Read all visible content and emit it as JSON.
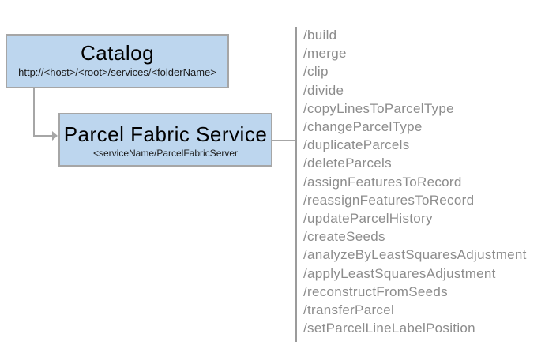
{
  "colors": {
    "box_fill": "#BDD6EE",
    "box_border": "#A6A6A6",
    "connector": "#A6A6A6",
    "separator": "#9B9B9B",
    "title_text": "#000000",
    "subtitle_text": "#1A1A1A",
    "list_text": "#8C8C8C"
  },
  "catalog_box": {
    "title": "Catalog",
    "subtitle": "http://<host>/<root>/services/<folderName>"
  },
  "service_box": {
    "title": "Parcel Fabric Service",
    "subtitle": "<serviceName/ParcelFabricServer"
  },
  "endpoints": {
    "items": [
      "/build",
      "/merge",
      "/clip",
      "/divide",
      "/copyLinesToParcelType",
      "/changeParcelType",
      "/duplicateParcels",
      "/deleteParcels",
      "/assignFeaturesToRecord",
      "/reassignFeaturesToRecord",
      "/updateParcelHistory",
      "/createSeeds",
      "/analyzeByLeastSquaresAdjustment",
      "/applyLeastSquaresAdjustment",
      "/reconstructFromSeeds",
      "/transferParcel",
      "/setParcelLineLabelPosition"
    ]
  }
}
